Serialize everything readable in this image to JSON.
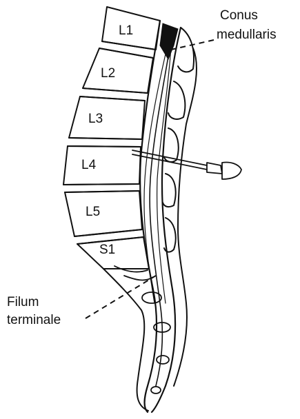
{
  "colors": {
    "ink": "#111111",
    "background": "#ffffff"
  },
  "vertebrae": [
    {
      "id": "l1",
      "label": "L1"
    },
    {
      "id": "l2",
      "label": "L2"
    },
    {
      "id": "l3",
      "label": "L3"
    },
    {
      "id": "l4",
      "label": "L4"
    },
    {
      "id": "l5",
      "label": "L5"
    },
    {
      "id": "s1",
      "label": "S1"
    }
  ],
  "callouts": {
    "conus": {
      "line1": "Conus",
      "line2": "medullaris"
    },
    "filum": {
      "line1": "Filum",
      "line2": "terminale"
    }
  }
}
